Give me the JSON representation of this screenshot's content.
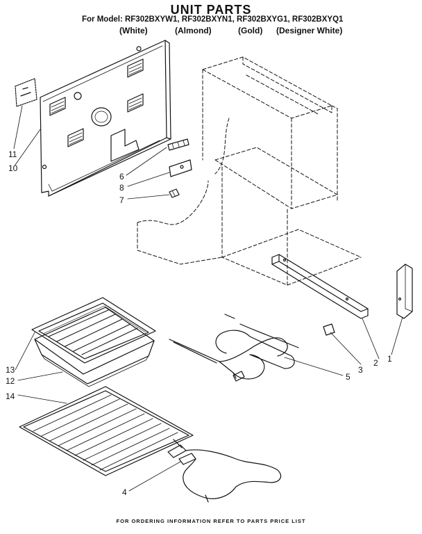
{
  "header": {
    "title": "UNIT PARTS",
    "model_line": "For Model: RF302BXYW1, RF302BXYN1, RF302BXYG1, RF302BXYQ1",
    "colors": [
      "(White)",
      "(Almond)",
      "(Gold)",
      "(Designer White)"
    ]
  },
  "callouts": [
    "11",
    "10",
    "6",
    "8",
    "7",
    "13",
    "12",
    "14",
    "4",
    "5",
    "3",
    "2",
    "1"
  ],
  "footer": "FOR ORDERING INFORMATION REFER TO PARTS PRICE LIST"
}
